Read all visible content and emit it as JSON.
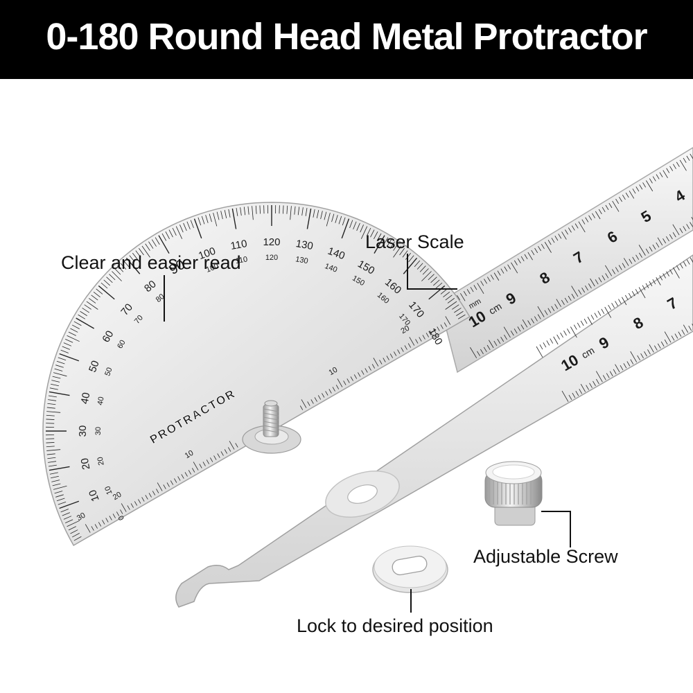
{
  "header": {
    "title": "0-180 Round Head Metal Protractor"
  },
  "callouts": {
    "clear_read": "Clear and easier read",
    "laser_scale": "Laser Scale",
    "adjustable_screw": "Adjustable Screw",
    "lock_position": "Lock to desired position"
  },
  "protractor": {
    "brand_text": "PROTRACTOR",
    "outer_scale": [
      "10",
      "20",
      "30",
      "40",
      "50",
      "60",
      "70",
      "80",
      "90",
      "100",
      "110",
      "120",
      "130",
      "140",
      "150",
      "160",
      "170",
      "180"
    ],
    "inner_scale": [
      "170",
      "160",
      "150",
      "140",
      "130",
      "120",
      "110",
      "100",
      "80",
      "70",
      "60",
      "50",
      "40",
      "30",
      "20",
      "10",
      "0"
    ],
    "baseline_labels": [
      "10",
      "20",
      "30"
    ],
    "unit_label": "mm"
  },
  "ruler_back": {
    "numbers": [
      "4",
      "5",
      "6",
      "7",
      "8",
      "9",
      "10"
    ],
    "unit": "cm"
  },
  "ruler_front": {
    "numbers": [
      "7",
      "8",
      "9",
      "10"
    ],
    "unit": "cm"
  },
  "colors": {
    "background": "#ffffff",
    "header_bg": "#000000",
    "header_text": "#ffffff",
    "steel_light": "#f1f1f1",
    "steel_dark": "#c4c4c4",
    "marking": "#1a1a1a"
  },
  "icons": [
    "knurled-screw-icon",
    "lock-washer-icon",
    "pivot-bolt-icon"
  ]
}
